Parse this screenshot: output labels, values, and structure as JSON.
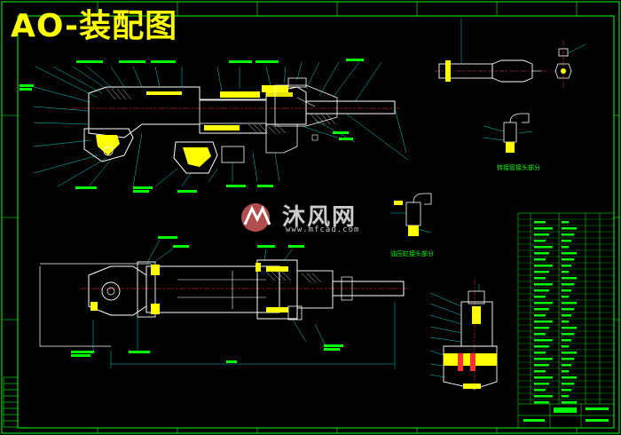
{
  "title": "AO-装配图",
  "watermark": {
    "brand": "沐风网",
    "url": "www.mfcad.com",
    "logo_icon": "mfcad-logo-icon"
  },
  "captions": {
    "elbow_connection": "转接管接头部分",
    "cylinder_connection": "油压缸接头部分"
  },
  "colors": {
    "background": "#000000",
    "frame": "#00ff00",
    "part_outline": "#ffffff",
    "highlight": "#ffff00",
    "leader": "#00ffff",
    "accent": "#ff3030",
    "table": "#00ff00"
  }
}
